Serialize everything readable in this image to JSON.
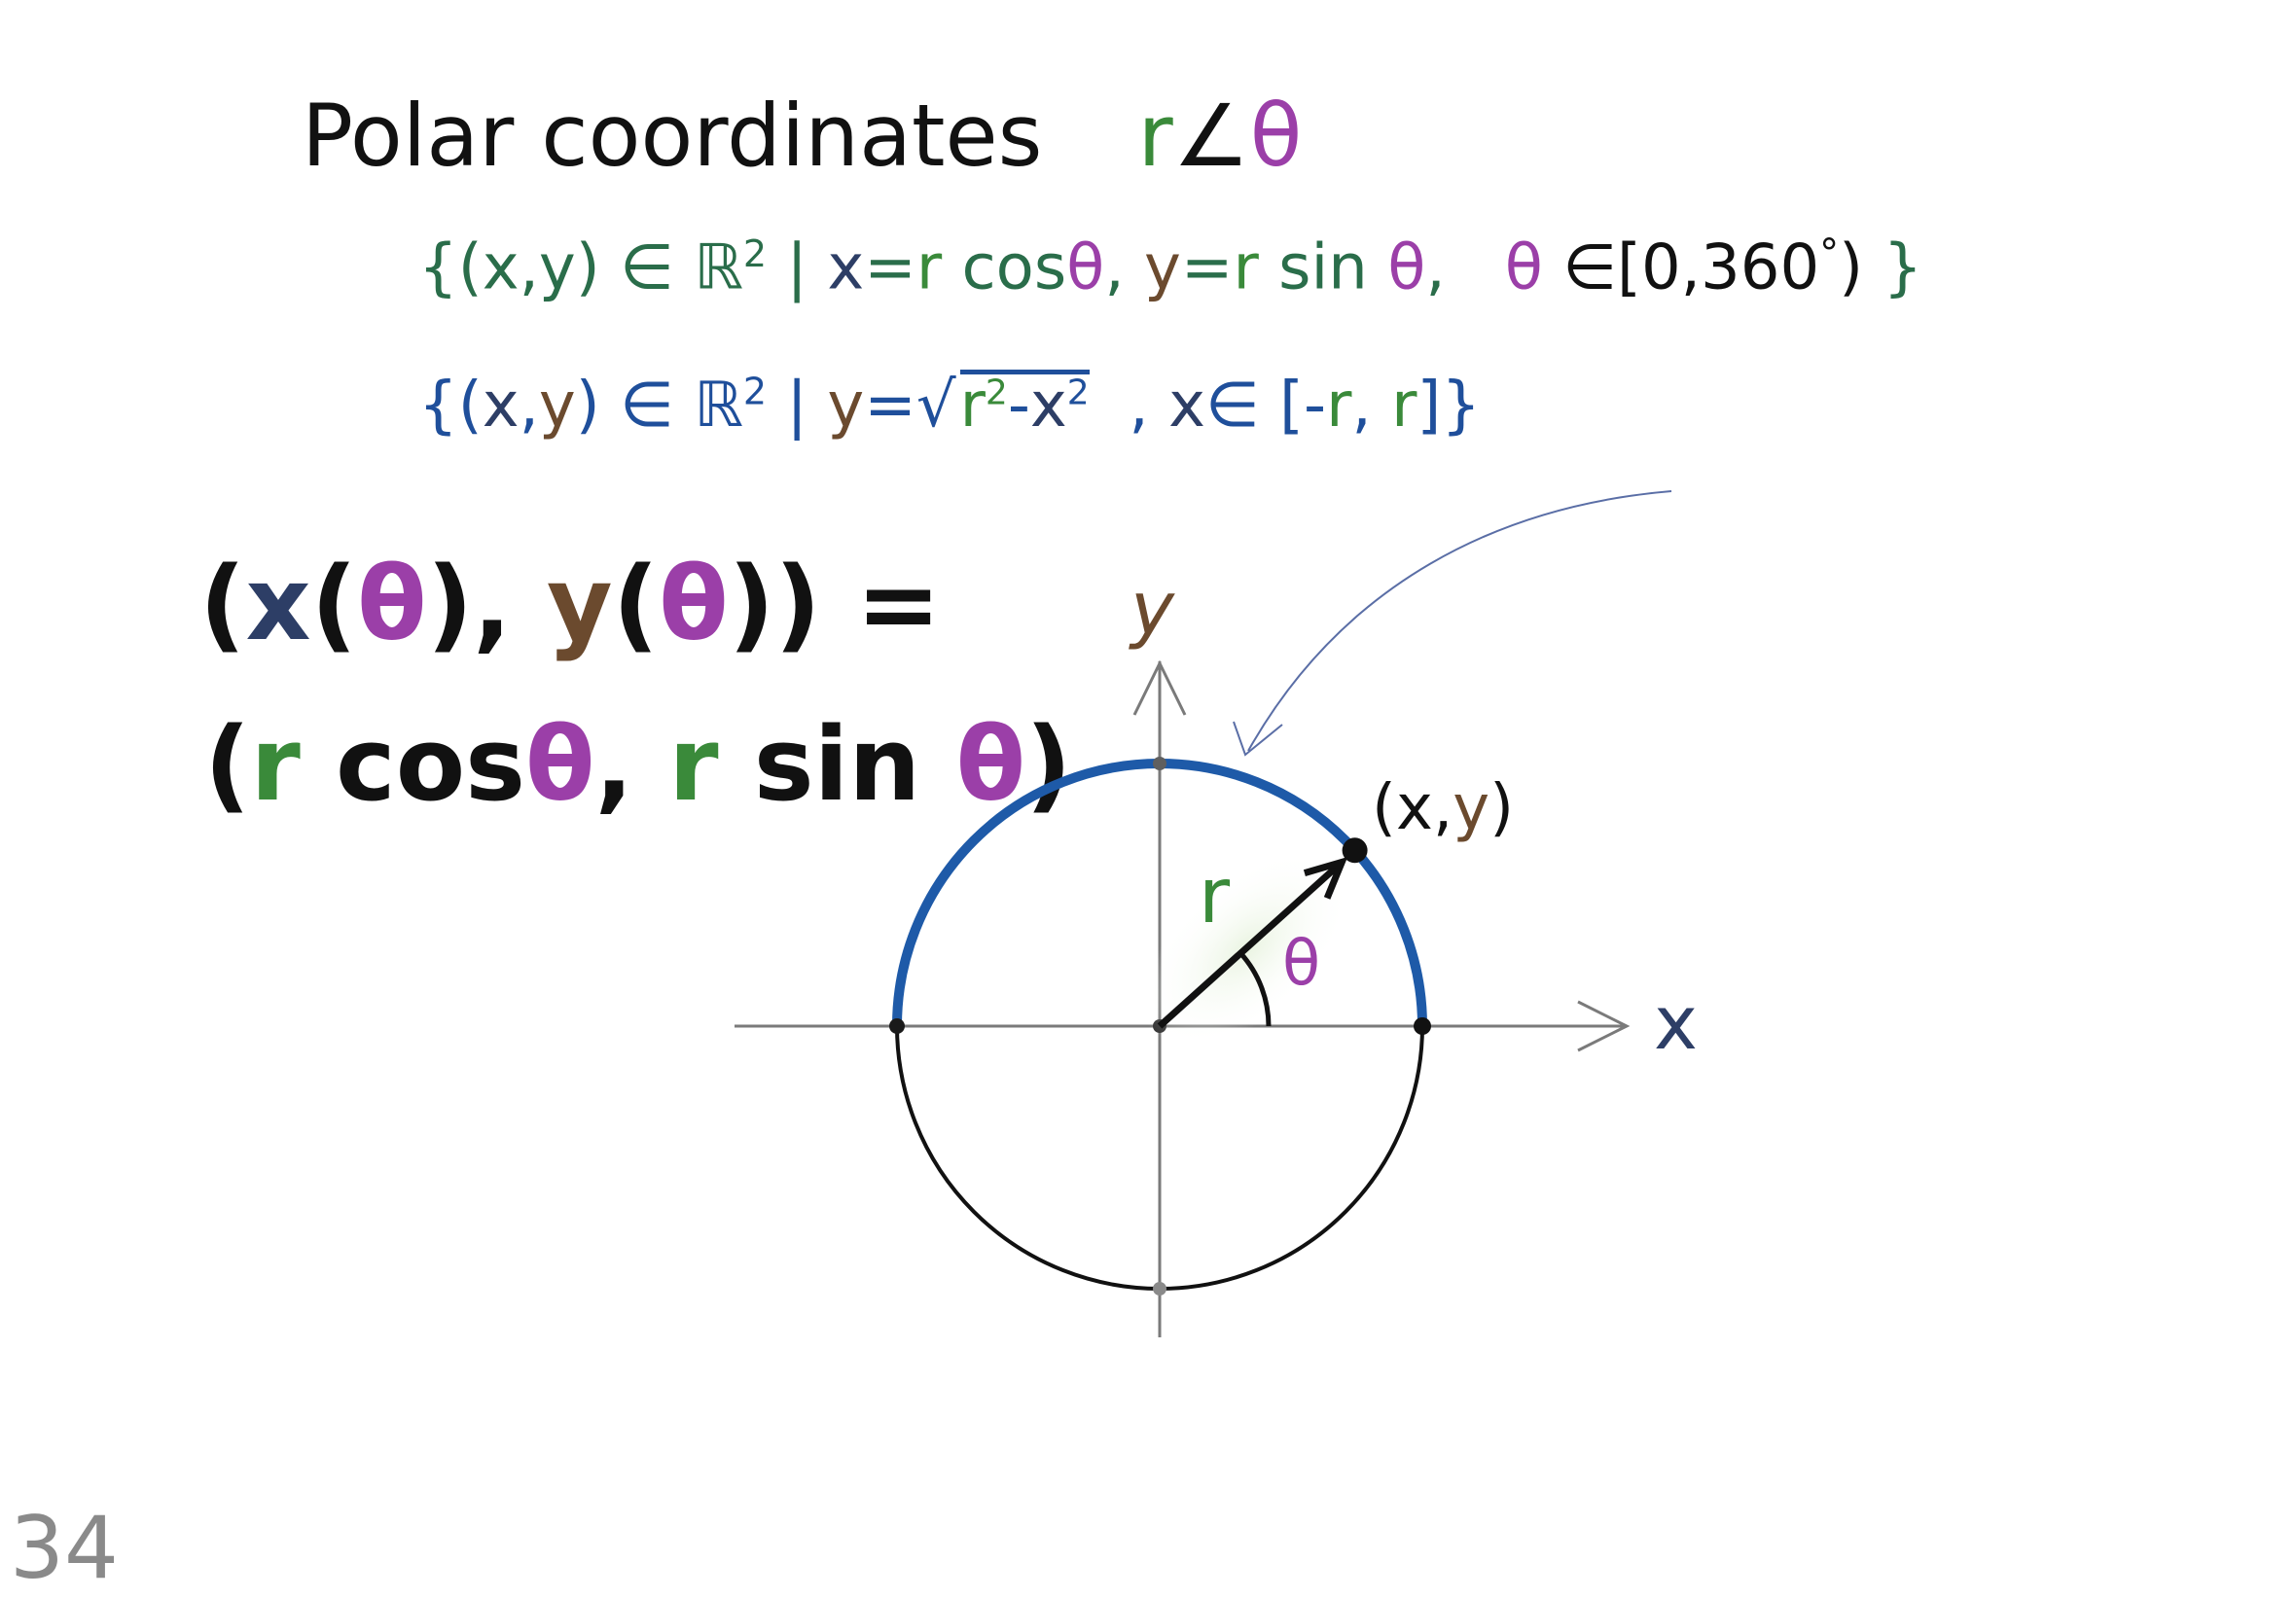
{
  "title": {
    "text": "Polar coordinates",
    "r": "r",
    "angle": "∠",
    "theta": "θ"
  },
  "set1": {
    "open": "{",
    "pair": "(x,y)",
    "elem": "∈",
    "reals": "ℝ",
    "sq": "2",
    "bar": "|",
    "x_eq": "x",
    "eq1": "=",
    "r1": "r",
    "cos": "cos",
    "theta1": "θ",
    "comma1": ",",
    "y_eq": "y",
    "eq2": "=",
    "r2": "r",
    "sin": "sin",
    "theta2": "θ",
    "comma2": ",",
    "theta3": "θ",
    "elem2": "∈",
    "interval": "[0,360",
    "deg": "°",
    "close_interval": ")",
    "close": "}"
  },
  "set2": {
    "open": "{",
    "pair_open": "(",
    "x": "x",
    "comma": ",",
    "y": "y",
    "pair_close": ")",
    "elem": "∈",
    "reals": "ℝ",
    "sq": "2",
    "bar": "|",
    "y_eq": "y",
    "eq": "=",
    "sqrt_sign": "√",
    "r": "r",
    "r_sq": "2",
    "minus": "-",
    "x2": "x",
    "x_sq": "2",
    "comma2": ",",
    "x3": "x",
    "elem2": "∈",
    "bracket_open": "[",
    "neg": "-",
    "r_low": "r",
    "comma3": ",",
    "r_high": "r",
    "bracket_close": "]",
    "close": "}"
  },
  "param1": {
    "open": "(",
    "x": "x",
    "p1": "(",
    "theta1": "θ",
    "p2": ")",
    "comma": ",",
    "y": "y",
    "p3": "(",
    "theta2": "θ",
    "p4": "))",
    "eq": "="
  },
  "param2": {
    "open": "(",
    "r1": "r",
    "cos": "cos",
    "theta1": "θ",
    "comma": ",",
    "r2": "r",
    "sin": "sin",
    "theta2": "θ",
    "close": ")"
  },
  "diagram": {
    "x_axis_label": "x",
    "y_axis_label": "y",
    "radius_label": "r",
    "angle_label": "θ",
    "point_label_open": "(x,",
    "point_label_y": "y",
    "point_label_close": ")",
    "angle_deg": 42
  },
  "page_number": "34",
  "colors": {
    "green": "#3a8a3a",
    "dark_green": "#2a6d4a",
    "purple": "#9b3fa8",
    "blue": "#1f4f9b",
    "brown": "#6b4a2e",
    "navy": "#2d3e66",
    "black": "#111111",
    "axis_gray": "#7a7a7a",
    "arc_blue": "#1e5aa8"
  }
}
